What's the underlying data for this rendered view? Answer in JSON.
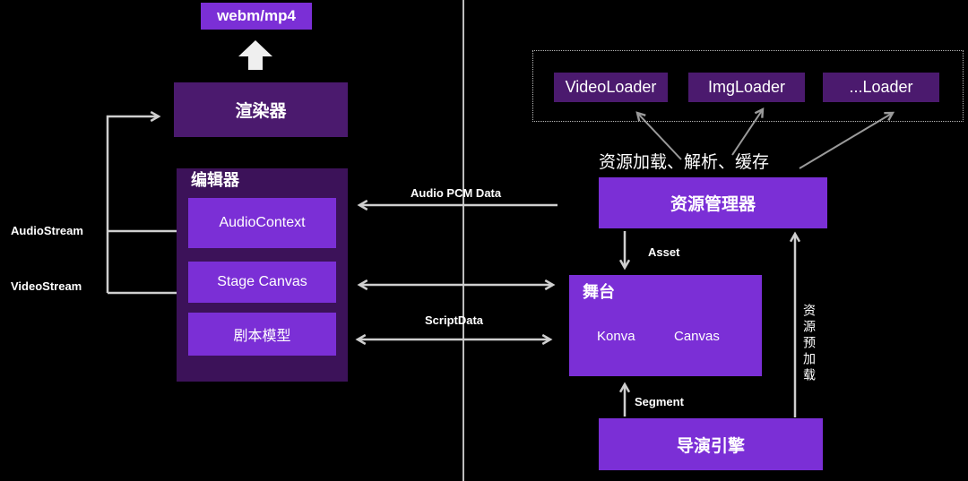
{
  "diagram": {
    "left": {
      "output_format": "webm/mp4",
      "renderer": "渲染器",
      "editor": {
        "title": "编辑器",
        "modules": [
          "AudioContext",
          "Stage Canvas",
          "剧本模型"
        ]
      },
      "streams": [
        "AudioStream",
        "VideoStream"
      ]
    },
    "middle": {
      "audio_link_label": "Audio PCM Data",
      "script_link_label": "ScriptData"
    },
    "right": {
      "loaders": [
        "VideoLoader",
        "ImgLoader",
        "...Loader"
      ],
      "loader_caption": "资源加载、解析、缓存",
      "resource_manager": "资源管理器",
      "asset_label": "Asset",
      "stage": {
        "title": "舞台",
        "items": [
          "Konva",
          "Canvas"
        ]
      },
      "segment_label": "Segment",
      "director_engine": "导演引擎",
      "preload_label": "资源预加载"
    }
  },
  "colors": {
    "background": "#000000",
    "accent_purple": "#7b2fd6",
    "dark_purple": "#4b1a6e",
    "editor_panel": "#3c1259",
    "connector": "#cfcfcf",
    "loader_connector": "#9a9a9a"
  }
}
